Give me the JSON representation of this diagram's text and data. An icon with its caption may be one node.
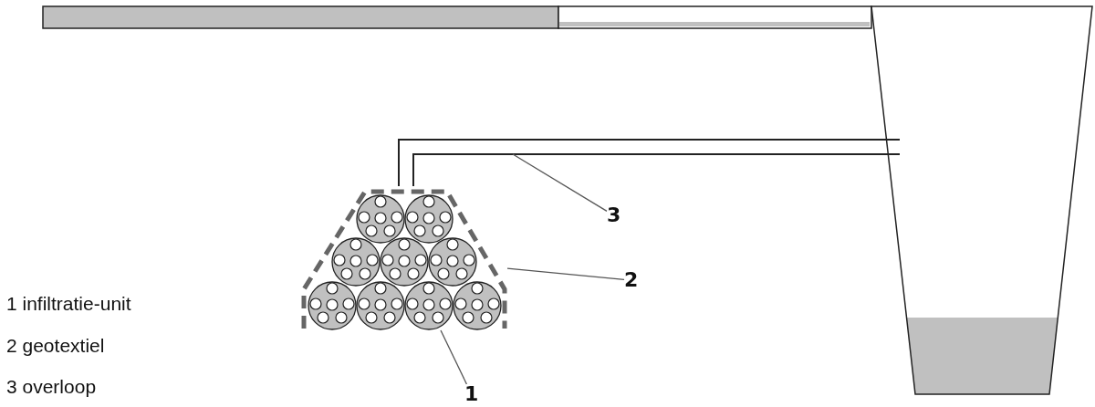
{
  "diagram": {
    "nodes": [
      {
        "text": [],
        "shape": "trapezoid"
      },
      {
        "text": [
          "3"
        ]
      },
      {
        "text": [
          "2"
        ]
      },
      {
        "text": [],
        "shape": "circle",
        "in": 0
      },
      {
        "text": [
          "1"
        ]
      }
    ],
    "edges": [
      {
        "from": 1,
        "to": null,
        "arrow": "none"
      },
      {
        "from": 2,
        "to": 0,
        "arrow": "none"
      },
      {
        "from": 4,
        "to": 3,
        "arrow": "none"
      }
    ],
    "labels": [
      "1 infiltratie-unit",
      "2 geotextiel",
      "3 overloop"
    ]
  }
}
